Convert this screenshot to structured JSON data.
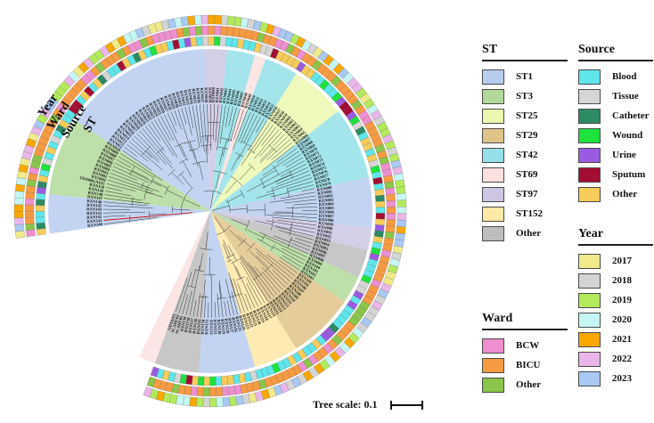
{
  "ring_labels": {
    "st": "ST",
    "source": "Source",
    "ward": "Ward",
    "year": "Year"
  },
  "legends": {
    "st": {
      "title": "ST",
      "items": [
        {
          "label": "ST1",
          "color": "#b7cdee"
        },
        {
          "label": "ST3",
          "color": "#b2d99a"
        },
        {
          "label": "ST25",
          "color": "#ecf8b0"
        },
        {
          "label": "ST29",
          "color": "#dfc48a"
        },
        {
          "label": "ST42",
          "color": "#93e0e8"
        },
        {
          "label": "ST69",
          "color": "#fbe0e0"
        },
        {
          "label": "ST97",
          "color": "#cdc5e3"
        },
        {
          "label": "ST152",
          "color": "#fde8a6"
        },
        {
          "label": "Other",
          "color": "#bdbdbd"
        }
      ]
    },
    "source": {
      "title": "Source",
      "items": [
        {
          "label": "Blood",
          "color": "#5ee6ea"
        },
        {
          "label": "Tissue",
          "color": "#d6d6d6"
        },
        {
          "label": "Catheter",
          "color": "#2c8a64"
        },
        {
          "label": "Wound",
          "color": "#1de33c"
        },
        {
          "label": "Urine",
          "color": "#9a5be0"
        },
        {
          "label": "Sputum",
          "color": "#a30d32"
        },
        {
          "label": "Other",
          "color": "#f6cc5a"
        }
      ]
    },
    "year": {
      "title": "Year",
      "items": [
        {
          "label": "2017",
          "color": "#f0ea8a"
        },
        {
          "label": "2018",
          "color": "#d4d4d4"
        },
        {
          "label": "2019",
          "color": "#b3ea5c"
        },
        {
          "label": "2020",
          "color": "#c6f6f4"
        },
        {
          "label": "2021",
          "color": "#f8a800"
        },
        {
          "label": "2022",
          "color": "#eab6ea"
        },
        {
          "label": "2023",
          "color": "#a7c9f3"
        }
      ]
    },
    "ward": {
      "title": "Ward",
      "items": [
        {
          "label": "BCW",
          "color": "#ee8fcf"
        },
        {
          "label": "BICU",
          "color": "#f79b42"
        },
        {
          "label": "Other",
          "color": "#8ac64a"
        }
      ]
    }
  },
  "scale": {
    "label": "Tree scale: 0.1"
  },
  "leaf_labels": [
    "RXN140",
    "RXN141",
    "RXN142",
    "RXN143",
    "RXN144",
    "RXN145",
    "RXN146",
    "RXN147",
    "RXN148",
    "RXN149",
    "RXN150",
    "TDA0BGXI2U",
    "RXN001",
    "RXN002",
    "RXN003",
    "RXN004",
    "RXN005",
    "RXN006",
    "RXN007",
    "RXN008",
    "RXN009",
    "RXN010",
    "RXN011",
    "RXN012",
    "RXN013",
    "RXN014",
    "RXN015",
    "RXN016",
    "RXN017",
    "RXN018",
    "RXN019",
    "RXN020",
    "RXN021",
    "RXN022",
    "RXN023",
    "RXN024",
    "RXN025",
    "RXN026",
    "RXN027",
    "RXN028",
    "RXN029",
    "RXN030",
    "RXN031",
    "RXN032",
    "RXN033",
    "RXN034",
    "RXN035",
    "RXN036",
    "RXN037",
    "RXN038",
    "RXN039",
    "RXN040",
    "RXN041",
    "RXN042",
    "RXN043",
    "RXN044",
    "RXN045",
    "RXN046",
    "RXN047",
    "RXN048",
    "RXN049",
    "RXN050",
    "RXN051",
    "RXN052",
    "RXN053",
    "RXN054",
    "RXN055",
    "RXN056",
    "RXN057",
    "RXN058",
    "RXN059",
    "RXN060",
    "RXN061",
    "RXN062",
    "RXN063",
    "RXN064",
    "RXN065",
    "RXN066",
    "RXN067",
    "RXN068",
    "RXN069",
    "RXN070",
    "RXN071",
    "RXN072",
    "RXN073",
    "RXN074",
    "RXN075",
    "RXN076",
    "RXN077",
    "RXN078",
    "RXN079",
    "RXN080",
    "RXN081",
    "RXN082",
    "RXN083",
    "RXN084",
    "RXN085",
    "RXN086",
    "RXN087",
    "RXN088",
    "RXN089",
    "RXN090",
    "RXN091",
    "RXN092",
    "RXN093",
    "RXN094",
    "RXN095",
    "RXN096",
    "RXN097",
    "RXN098",
    "RXN099",
    "RXN100",
    "RXN101",
    "RXN102",
    "RXN103",
    "RXN104",
    "RXN105",
    "RXN106",
    "RXN107",
    "RXN108",
    "RXN109",
    "RXN110",
    "RXN111",
    "RXN112",
    "RXN113",
    "RXN114",
    "RXN115",
    "RXN116",
    "RXN117",
    "RXN118",
    "RXN119",
    "RXN120",
    "RXN121",
    "RXN122",
    "RXN123",
    "RXN124",
    "RXN125",
    "RXN126",
    "RXN127",
    "RXN128",
    "RXN129",
    "RXN130",
    "RXN131",
    "RXN132",
    "RXN133",
    "RXN134",
    "RXN135",
    "RXN136",
    "RXN137",
    "RXN138",
    "RXN139",
    "SCAHU01",
    "SCAHU02",
    "GDYANT"
  ]
}
